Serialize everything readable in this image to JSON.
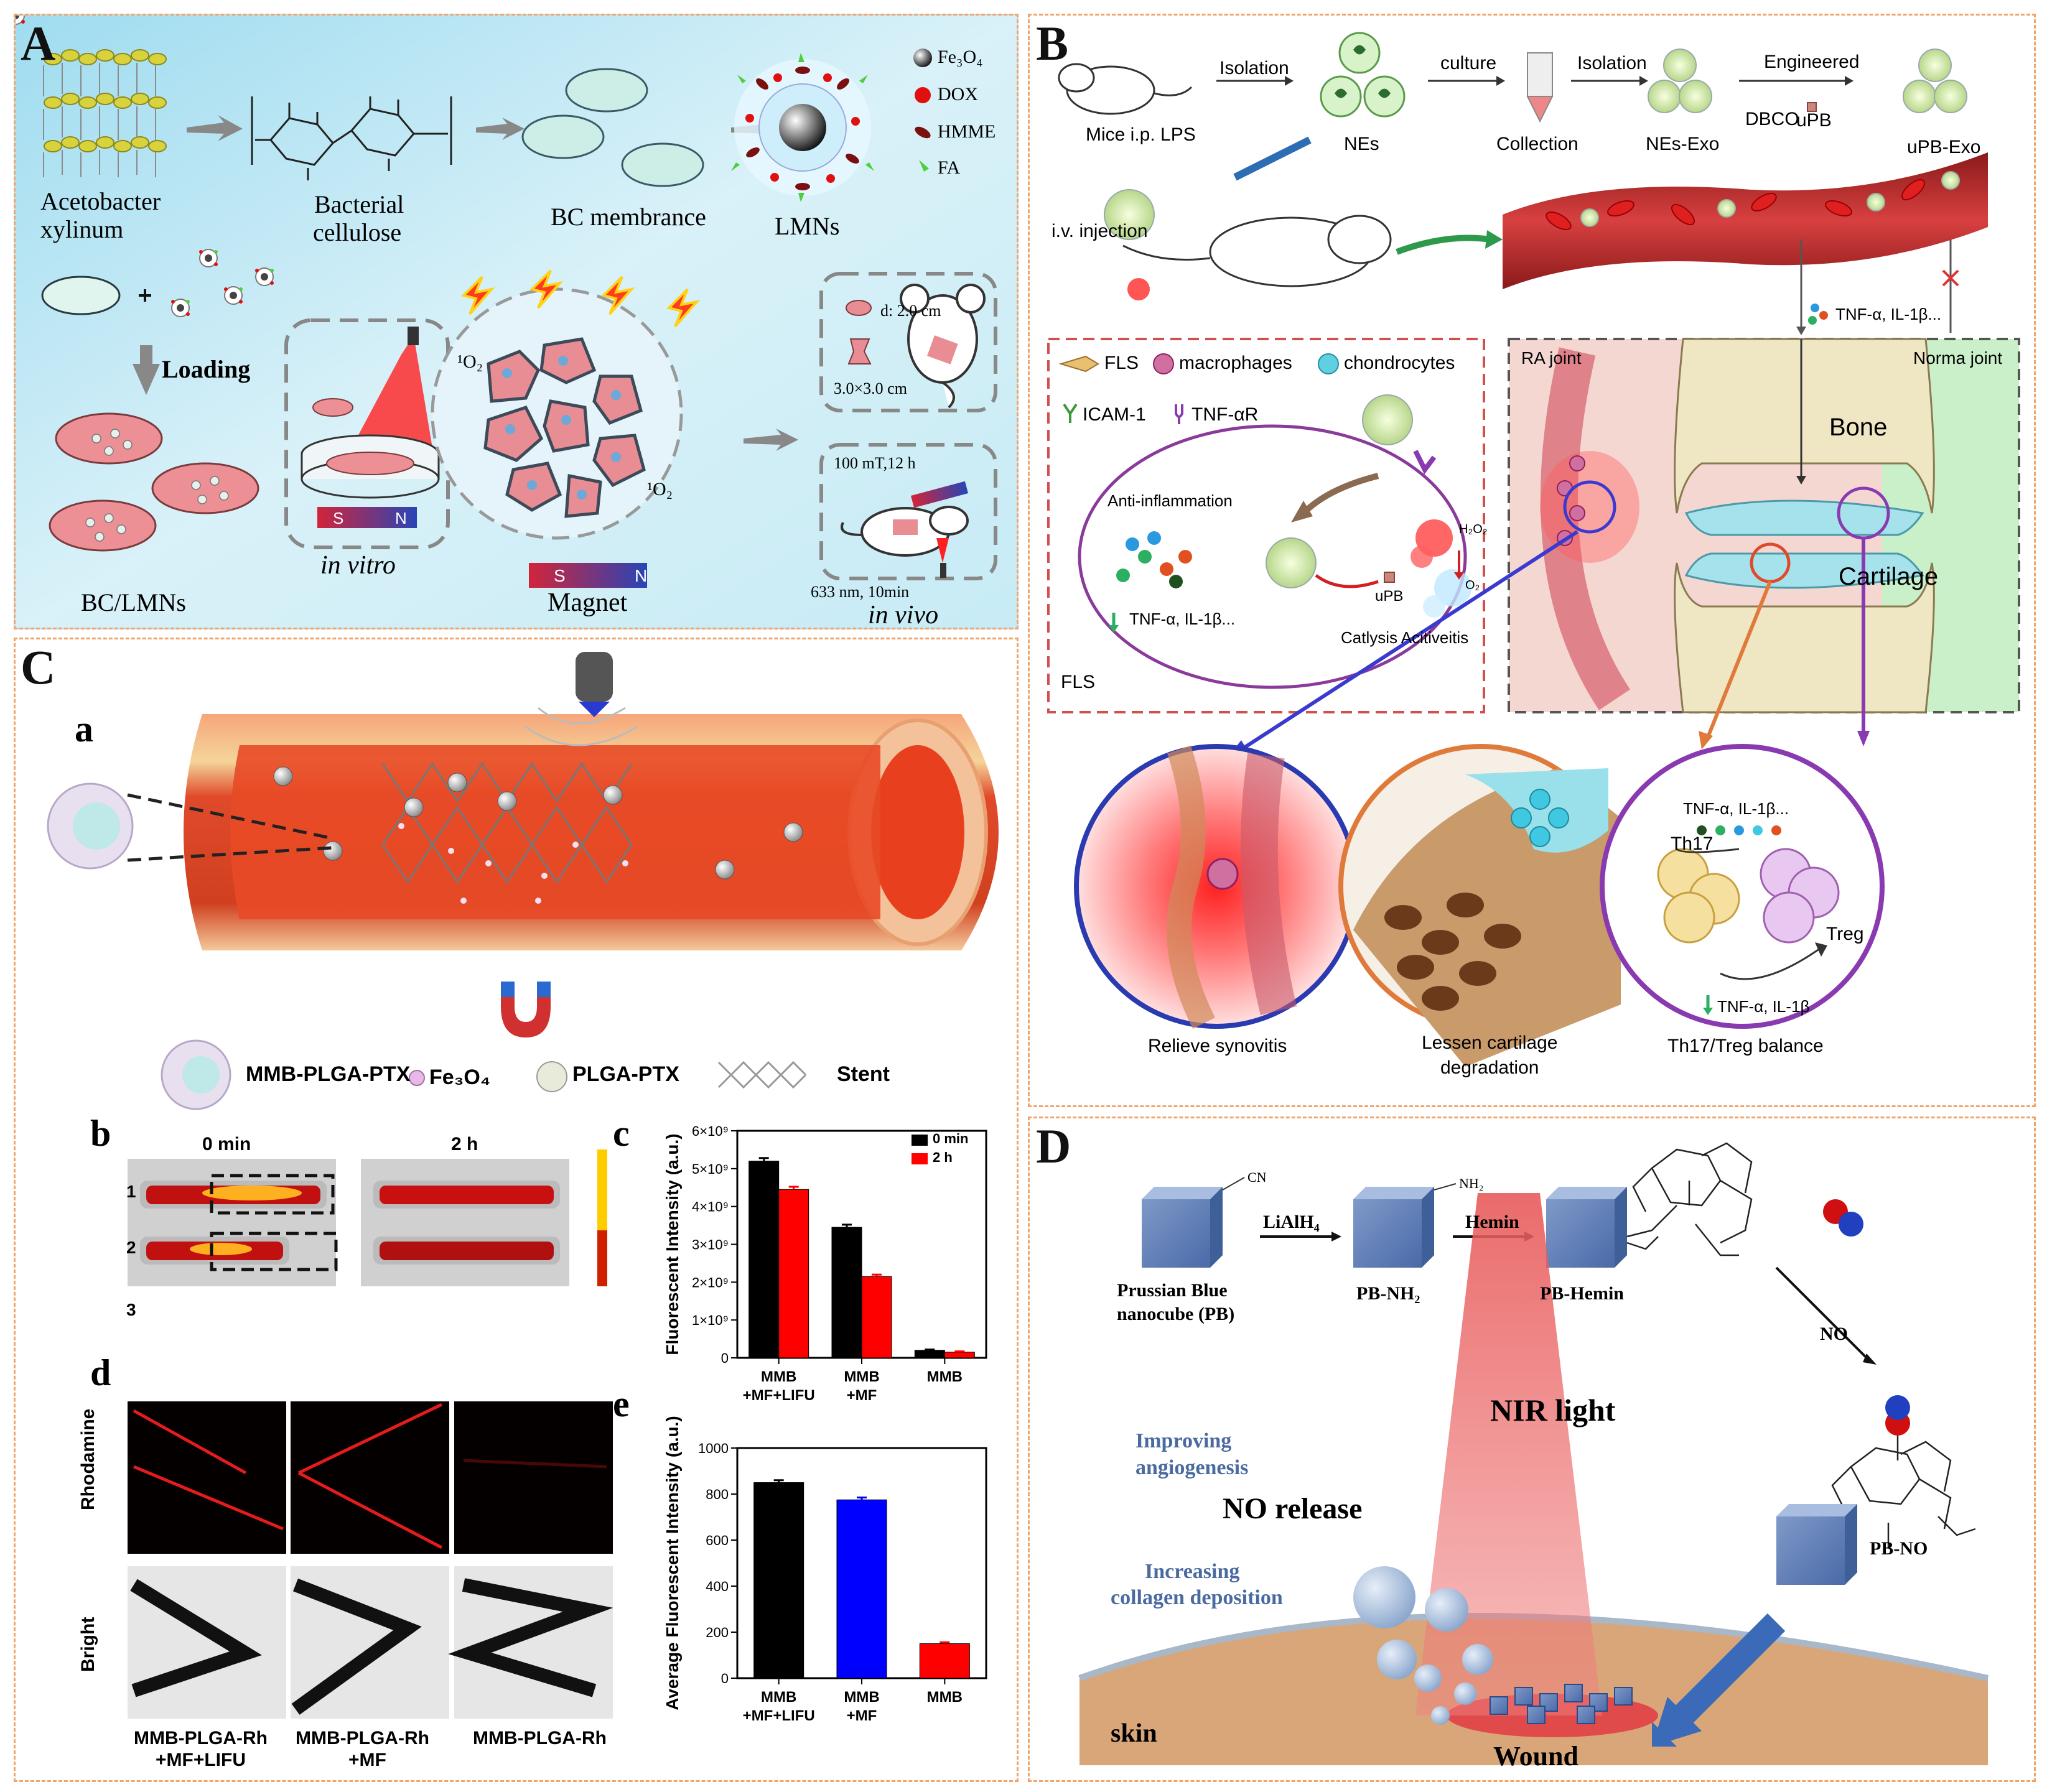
{
  "panelA": {
    "label": "A",
    "acetobacter": [
      "Acetobacter",
      "xylinum"
    ],
    "bacterial_cellulose": [
      "Bacterial",
      "cellulose"
    ],
    "bc_membrance": "BC membrance",
    "lmns": "LMNs",
    "legend": [
      "Fe₃O₄",
      "DOX",
      "HMME",
      "FA"
    ],
    "loading": "Loading",
    "bc_lmns": "BC/LMNs",
    "in_vitro": "in vitro",
    "magnet": "Magnet",
    "in_vivo": "in vivo",
    "singlet_o2": "¹O₂",
    "dish_size": "d: 2.0 cm",
    "wound_size": "3.0×3.0 cm",
    "field": "100 mT,12 h",
    "laser": "633 nm, 10min",
    "s": "S",
    "n": "N"
  },
  "panelB": {
    "label": "B",
    "mice": "Mice i.p. LPS",
    "isolation1": "Isolation",
    "nes": "NEs",
    "culture": "culture",
    "collection": "Collection",
    "isolation2": "Isolation",
    "nes_exo": "NEs-Exo",
    "engineered": "Engineered",
    "dbco": "DBCO",
    "upb": "uPB",
    "upb_exo": "uPB-Exo",
    "iv_injection": "i.v. injection",
    "cytokines": "TNF-α, IL-1β...",
    "legend_cells": [
      "FLS",
      "macrophages",
      "chondrocytes"
    ],
    "legend_receptors": [
      "ICAM-1",
      "TNF-αR"
    ],
    "anti_inflammation": "Anti-inflammation",
    "tnf_down": "TNF-α, IL-1β...",
    "upb_small": "uPB",
    "h2o2": "H₂O₂",
    "o2": "O₂",
    "catalysis": "Catlysis Acitiveitis",
    "fls": "FLS",
    "ra_joint": "RA joint",
    "normal_joint": "Norma joint",
    "bone": "Bone",
    "cartilage": "Cartilage",
    "relieve": "Relieve synovitis",
    "lessen": [
      "Lessen cartilage",
      "degradation"
    ],
    "balance": "Th17/Treg balance",
    "th17": "Th17",
    "treg": "Treg",
    "tnf_top": "TNF-α, IL-1β...",
    "tnf_bottom": "TNF-α, IL-1β"
  },
  "panelC": {
    "label": "C",
    "sub_a": "a",
    "sub_b": "b",
    "sub_c": "c",
    "sub_d": "d",
    "sub_e": "e",
    "legend": [
      "MMB-PLGA-PTX",
      "Fe₃O₄",
      "PLGA-PTX",
      "Stent"
    ],
    "time_0": "0 min",
    "time_2h": "2 h",
    "rows": [
      "1",
      "2",
      "3"
    ],
    "rhodamine": "Rhodamine",
    "bright": "Bright",
    "d_labels": [
      [
        "MMB-PLGA-Rh",
        "+MF+LIFU"
      ],
      [
        "MMB-PLGA-Rh",
        "+MF"
      ],
      [
        "MMB-PLGA-Rh",
        ""
      ]
    ]
  },
  "panelD": {
    "label": "D",
    "pb": [
      "Prussian Blue",
      "nanocube (PB)"
    ],
    "pb_nh2": "PB-NH₂",
    "pb_hemin": "PB-Hemin",
    "pb_no": "PB-NO",
    "cn": "CN",
    "nh2": "NH₂",
    "lialh4": "LiAlH₄",
    "hemin": "Hemin",
    "no": "NO",
    "nir": "NIR light",
    "improving": [
      "Improving",
      "angiogenesis"
    ],
    "no_release": "NO release",
    "increasing": [
      "Increasing",
      "collagen deposition"
    ],
    "skin": "skin",
    "wound": "Wound"
  },
  "chart_data": [
    {
      "id": "C-c",
      "type": "bar",
      "ylabel": "Fluorescent Intensity (a.u.)",
      "categories": [
        [
          "MMB",
          "+MF+LIFU"
        ],
        [
          "MMB",
          "+MF"
        ],
        [
          "MMB",
          ""
        ]
      ],
      "series": [
        {
          "name": "0 min",
          "color": "#000000",
          "values": [
            5.2,
            3.45,
            0.2
          ],
          "errors": [
            0.08,
            0.07,
            0.02
          ]
        },
        {
          "name": "2 h",
          "color": "#ff0000",
          "values": [
            4.45,
            2.15,
            0.15
          ],
          "errors": [
            0.07,
            0.05,
            0.02
          ]
        }
      ],
      "ylim": [
        0,
        6
      ],
      "yticks": [
        "0",
        "1×10⁹",
        "2×10⁹",
        "3×10⁹",
        "4×10⁹",
        "5×10⁹",
        "6×10⁹"
      ],
      "legend_position": "top-right"
    },
    {
      "id": "C-e",
      "type": "bar",
      "ylabel": "Average Fluorescent Intensity (a.u.)",
      "categories": [
        [
          "MMB",
          "+MF+LIFU"
        ],
        [
          "MMB",
          "+MF"
        ],
        [
          "MMB",
          ""
        ]
      ],
      "values": [
        850,
        775,
        150
      ],
      "errors": [
        10,
        10,
        6
      ],
      "colors": [
        "#000000",
        "#0000ff",
        "#ff0000"
      ],
      "ylim": [
        0,
        1000
      ],
      "yticks": [
        "0",
        "200",
        "400",
        "600",
        "800",
        "1000"
      ]
    }
  ]
}
